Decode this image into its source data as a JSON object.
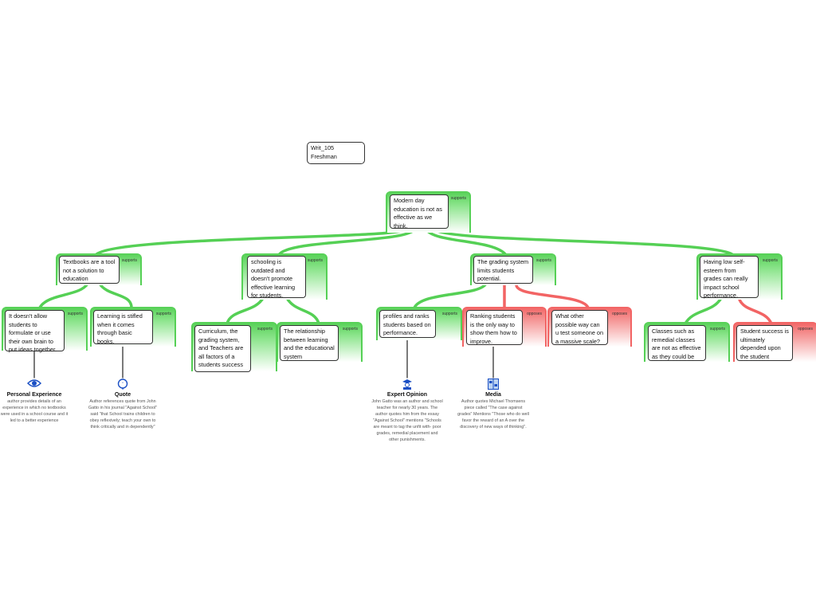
{
  "colors": {
    "supports": "#55d055",
    "opposes": "#f26464"
  },
  "note": {
    "line1": "Writ_105",
    "line2": "Freshman"
  },
  "labels": {
    "supports": "supports",
    "opposes": "opposes"
  },
  "nodes": {
    "root": "Modern day education is not as effective as we think.",
    "a": "Textbooks are a tool not a solution to education",
    "b": "schooling is outdated and doesn't promote effective learning for students.",
    "c": "The grading system limits students potential.",
    "d": "Having low self-esteem from grades can really impact school performance.",
    "a1": "It doesn't allow students to formulate or use their own brain to put ideas together.",
    "a2": "Learning is stifled when it comes through basic books.",
    "b1": "Curriculum, the grading system, and Teachers are all factors of a students success",
    "b2": "The relationship between learning and the educational system",
    "c1": "profiles and ranks students based on performance.",
    "c2": "Ranking students is the only way to show them how to improve.",
    "c3": "What other possible way can u test someone on a massive scale?",
    "d1": "Classes such as remedial classes are not as effective as they could be",
    "d2": "Student success is ultimately depended upon the student"
  },
  "evidence": [
    {
      "icon": "eye-icon",
      "type": "Personal Experience",
      "text": "author provides details of an experience in which no textbooks were used in a school course and it led to a better experience"
    },
    {
      "icon": "speech-bubble-icon",
      "type": "Quote",
      "text": "Author references quote from John Gatto in his journal \"Against School\" said \"that School trains children to obey reflexively; teach your own to think critically and in dependently\""
    },
    {
      "icon": "graduate-icon",
      "type": "Expert Opinion",
      "text": "John Gatto was an author and school teacher for nearly 30 years. The author quotes him from the essay \"Against School\" mentions \"Schools are meant to tag the unfit with- poor grades, remedial placement and other punishments."
    },
    {
      "icon": "media-icon",
      "type": "Media",
      "text": "Author quotes Michael Thomsens piece called \"The case against grades\" Mentions \"Those who do well favor the reward of an A over the discovery of new ways of thinking\"."
    }
  ]
}
